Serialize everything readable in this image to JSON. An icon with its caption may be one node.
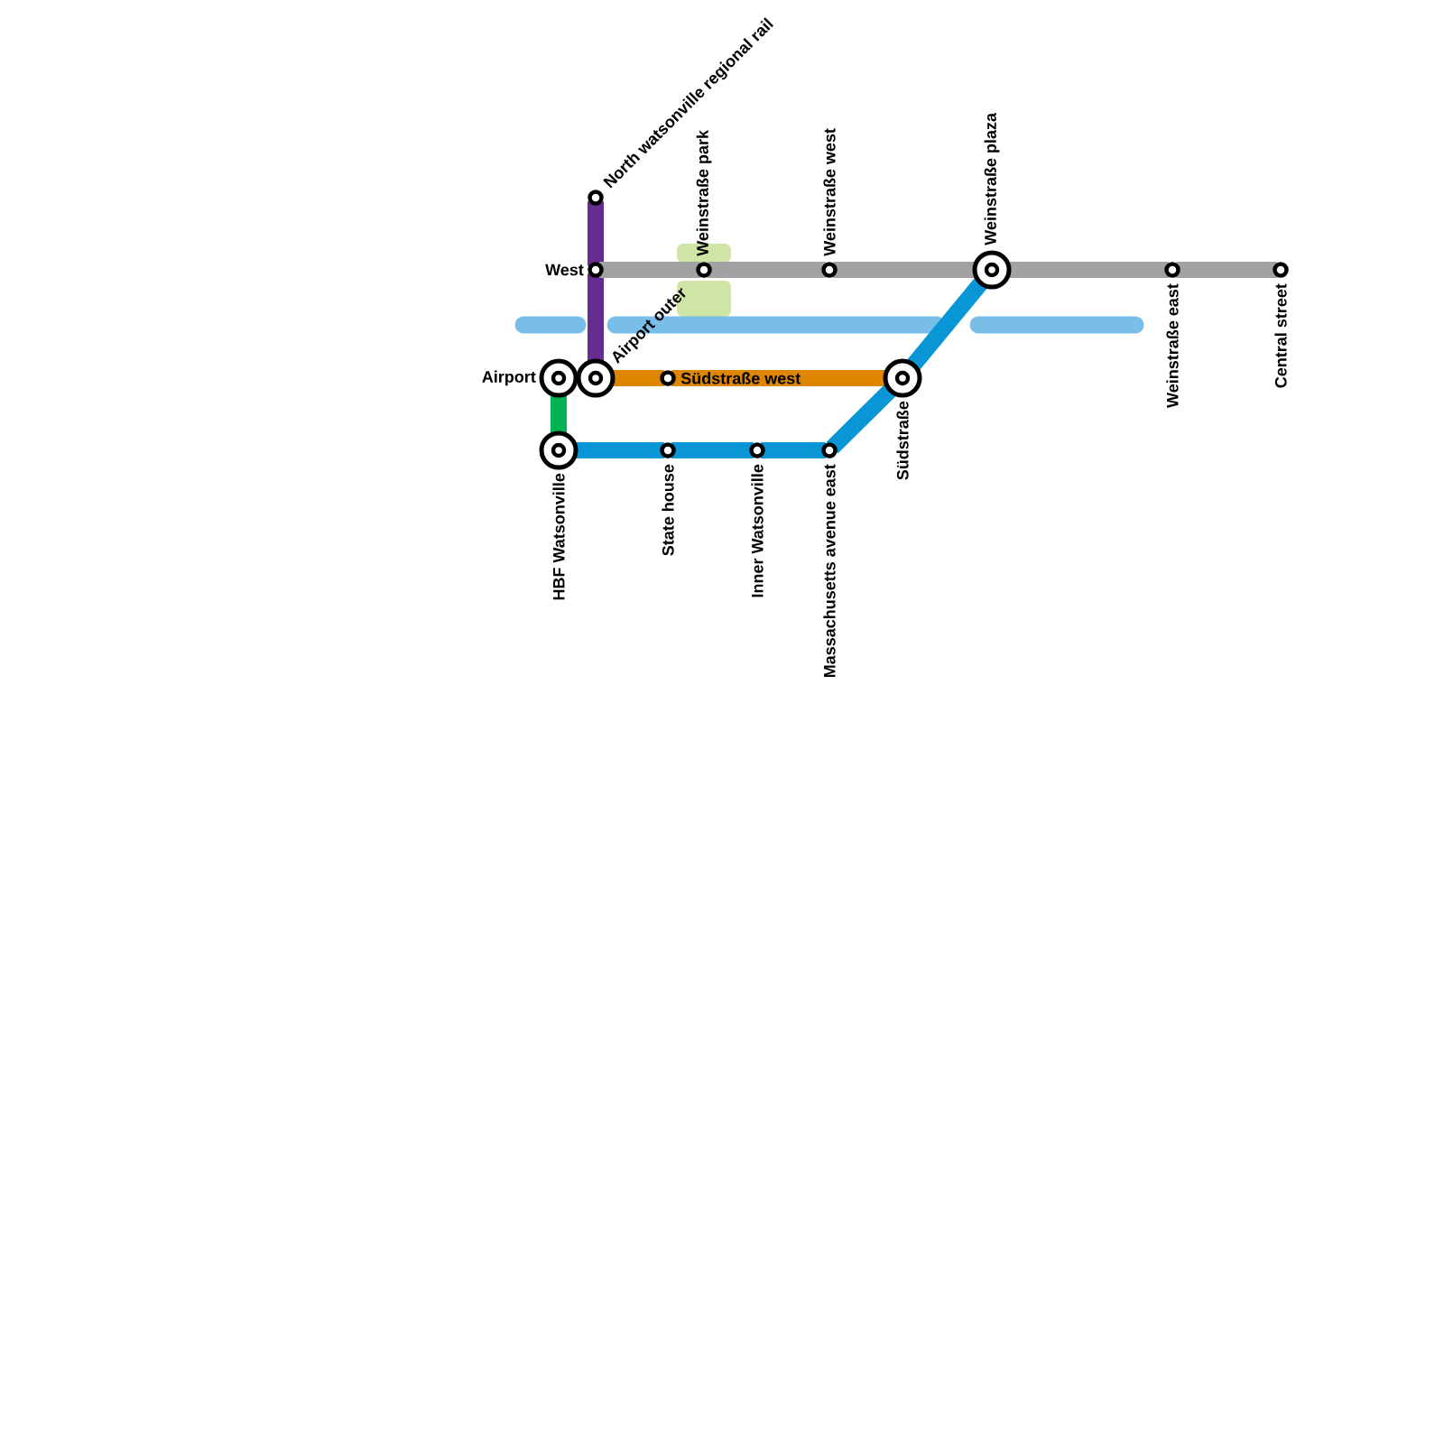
{
  "diagram": {
    "nodes": [
      {
        "text": [
          "North watsonville regional rail"
        ]
      },
      {
        "text": [
          "West"
        ]
      },
      {
        "text": [
          "Weinstraße park"
        ]
      },
      {
        "text": [
          "Weinstraße west"
        ]
      },
      {
        "text": [
          "Weinstraße plaza"
        ]
      },
      {
        "text": [
          "Weinstraße east"
        ]
      },
      {
        "text": [
          "Central street"
        ]
      },
      {
        "text": [
          "Airport"
        ]
      },
      {
        "text": [
          "Airport outer"
        ]
      },
      {
        "text": [
          "Südstraße west"
        ]
      },
      {
        "text": [
          "Südstraße"
        ]
      },
      {
        "text": [
          "HBF Watsonville"
        ]
      },
      {
        "text": [
          "State house"
        ]
      },
      {
        "text": [
          "Inner Watsonville"
        ]
      },
      {
        "text": [
          "Massachusetts avenue east"
        ]
      }
    ],
    "edges": [
      {
        "from": 0,
        "to": 1,
        "arrow": "none",
        "color": "#662c90"
      },
      {
        "from": 1,
        "to": 8,
        "arrow": "none",
        "color": "#662c90"
      },
      {
        "from": 1,
        "to": 2,
        "arrow": "none",
        "color": "#a2a2a2"
      },
      {
        "from": 2,
        "to": 3,
        "arrow": "none",
        "color": "#a2a2a2"
      },
      {
        "from": 3,
        "to": 4,
        "arrow": "none",
        "color": "#a2a2a2"
      },
      {
        "from": 4,
        "to": 5,
        "arrow": "none",
        "color": "#a2a2a2"
      },
      {
        "from": 5,
        "to": 6,
        "arrow": "none",
        "color": "#a2a2a2"
      },
      {
        "from": 8,
        "to": 9,
        "arrow": "none",
        "color": "#df8600"
      },
      {
        "from": 9,
        "to": 10,
        "arrow": "none",
        "color": "#df8600"
      },
      {
        "from": 7,
        "to": 11,
        "arrow": "none",
        "color": "#00b251"
      },
      {
        "from": 11,
        "to": 12,
        "arrow": "none",
        "color": "#0896d7"
      },
      {
        "from": 12,
        "to": 13,
        "arrow": "none",
        "color": "#0896d7"
      },
      {
        "from": 13,
        "to": 14,
        "arrow": "none",
        "color": "#0896d7"
      },
      {
        "from": 14,
        "to": 10,
        "arrow": "none",
        "color": "#0896d7"
      },
      {
        "from": 10,
        "to": 4,
        "arrow": "none",
        "color": "#0896d7"
      }
    ]
  }
}
